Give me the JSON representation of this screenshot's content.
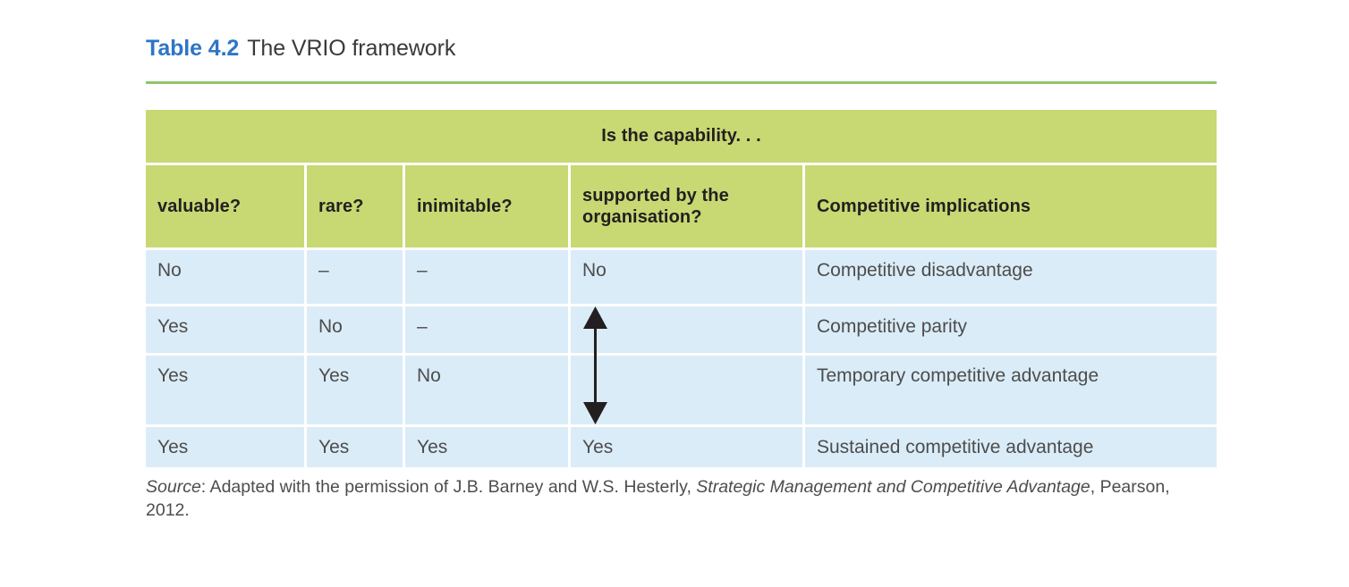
{
  "caption": {
    "label": "Table 4.2",
    "title": "The VRIO framework",
    "label_color": "#2E75C6",
    "rule_color": "#8FC46B"
  },
  "table": {
    "header_bg": "#C8D873",
    "row_bg": "#DAECF7",
    "spanning_header": "Is the capability. . .",
    "columns": [
      "valuable?",
      "rare?",
      "inimitable?",
      "supported by the organisation?",
      "Competitive implications"
    ],
    "column_lines": [
      {
        "line1": "valuable?",
        "line2": ""
      },
      {
        "line1": "rare?",
        "line2": ""
      },
      {
        "line1": "inimitable?",
        "line2": ""
      },
      {
        "line1": "supported by the",
        "line2": "organisation?"
      },
      {
        "line1": "Competitive implications",
        "line2": ""
      }
    ],
    "rows": [
      {
        "valuable": "No",
        "rare": "–",
        "inimitable": "–",
        "supported": "No",
        "implication": "Competitive disadvantage"
      },
      {
        "valuable": "Yes",
        "rare": "No",
        "inimitable": "–",
        "supported": "",
        "implication": "Competitive parity"
      },
      {
        "valuable": "Yes",
        "rare": "Yes",
        "inimitable": "No",
        "supported": "",
        "implication": "Temporary competitive advantage"
      },
      {
        "valuable": "Yes",
        "rare": "Yes",
        "inimitable": "Yes",
        "supported": "Yes",
        "implication": "Sustained competitive advantage"
      }
    ],
    "annotation": {
      "icon": "double-headed-vertical-arrow",
      "color": "#231F20",
      "spans_rows": [
        2,
        3
      ],
      "column": "supported by the organisation?"
    }
  },
  "source": {
    "prefix": "Source",
    "text_1": ": Adapted with the permission of J.B. Barney and W.S. Hesterly, ",
    "work_title": "Strategic Management and Competitive Advantage",
    "text_2": ", Pearson, 2012."
  }
}
